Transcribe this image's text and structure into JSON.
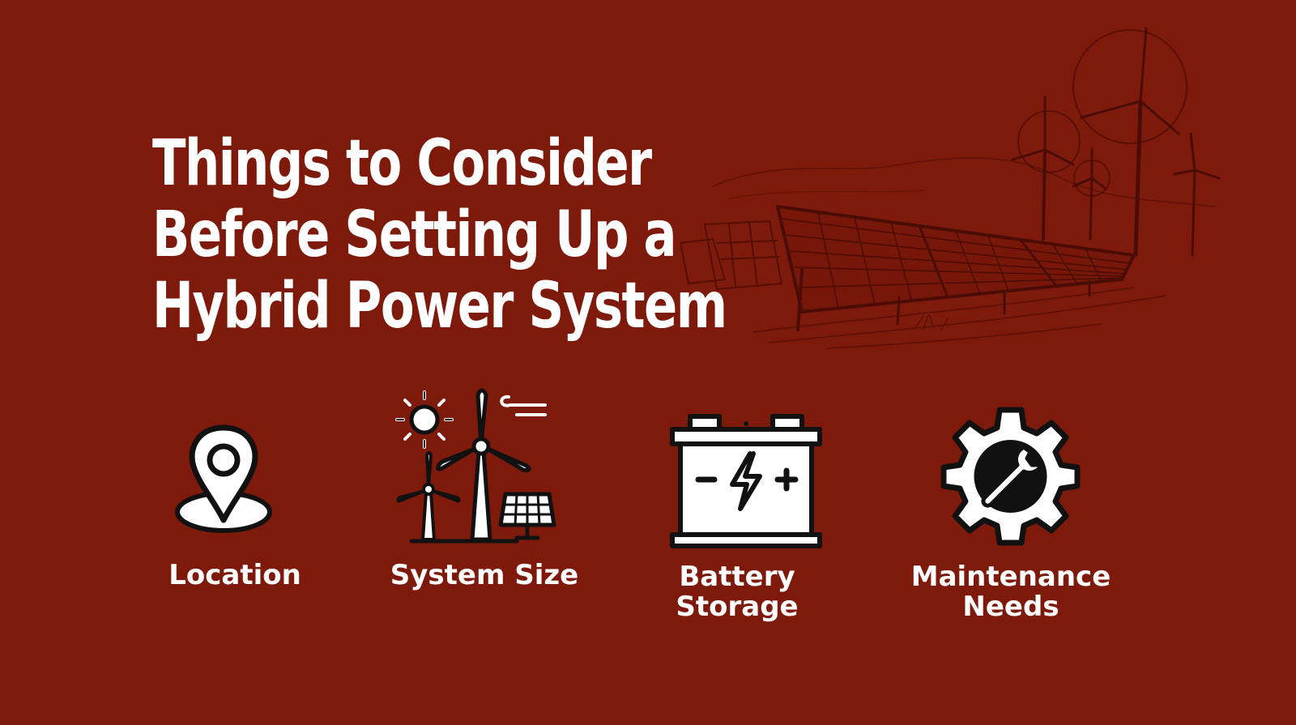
{
  "title": {
    "line1": "Things to Consider",
    "line2": "Before Setting Up a",
    "line3": "Hybrid Power System"
  },
  "items": [
    {
      "icon": "location-pin-icon",
      "label_lines": [
        "Location"
      ]
    },
    {
      "icon": "wind-solar-icon",
      "label_lines": [
        "System Size"
      ]
    },
    {
      "icon": "battery-icon",
      "label_lines": [
        "Battery",
        "Storage"
      ]
    },
    {
      "icon": "gear-wrench-icon",
      "label_lines": [
        "Maintenance",
        "Needs"
      ]
    }
  ],
  "colors": {
    "background": "#7e1a0b",
    "text": "#ffffff",
    "icon_stroke": "#111111",
    "sketch": "#4a0c04"
  }
}
